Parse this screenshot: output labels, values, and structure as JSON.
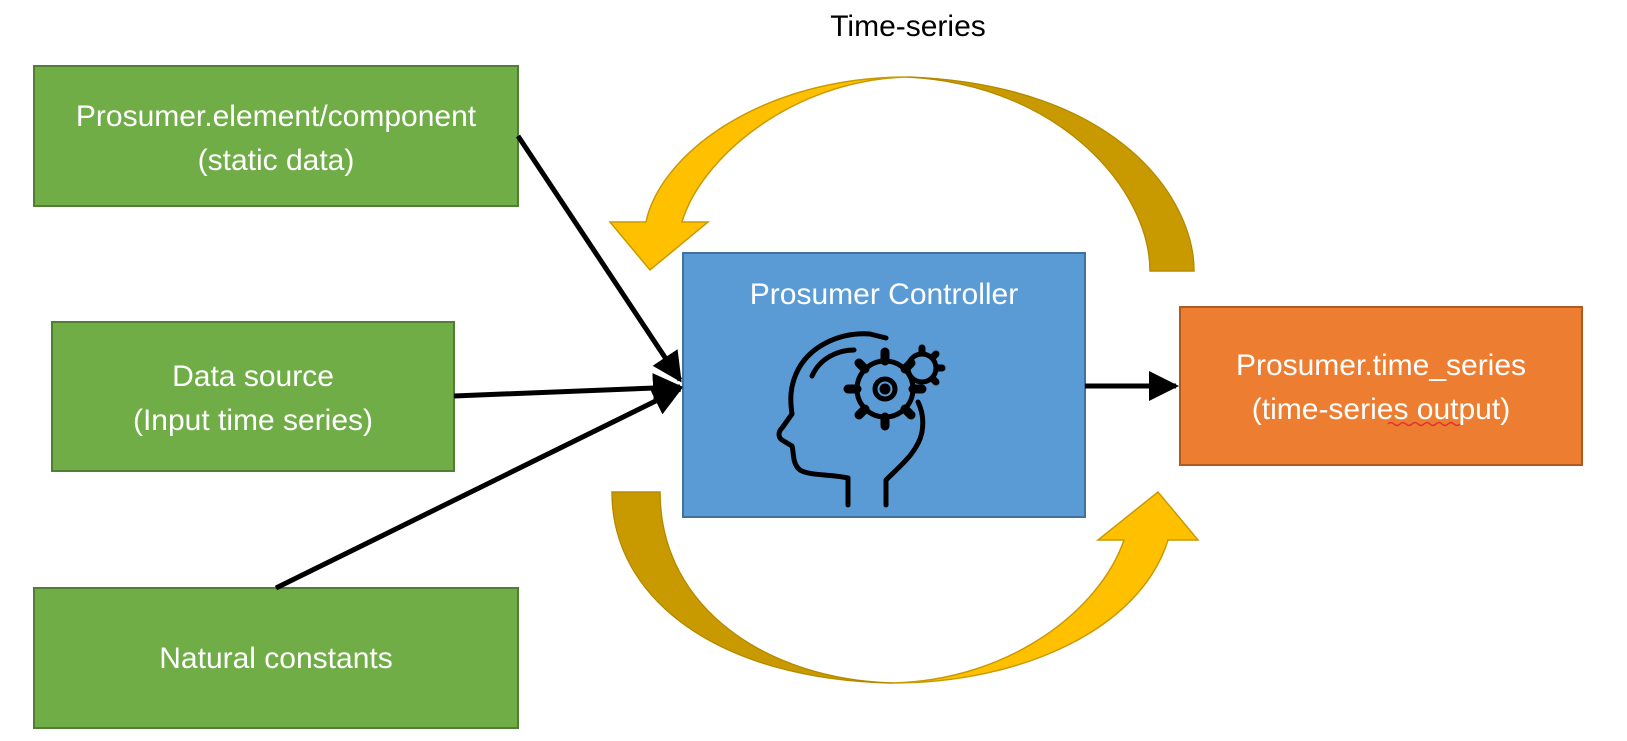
{
  "diagram": {
    "title": "Time-series",
    "colors": {
      "green": "#70ad47",
      "green_border": "#507e32",
      "blue": "#5b9bd5",
      "blue_border": "#41719c",
      "orange": "#ed7d31",
      "orange_border": "#ae5a21",
      "arrow_light": "#ffc000",
      "arrow_dark": "#c99a00",
      "connector": "#000000"
    },
    "nodes": {
      "static_data": {
        "line1": "Prosumer.element/component",
        "line2": "(static data)"
      },
      "data_source": {
        "line1": "Data source",
        "line2": "(Input time series)"
      },
      "natural_constants": {
        "line1": "Natural constants"
      },
      "controller": {
        "line1": "Prosumer Controller",
        "icon": "head-gears-icon"
      },
      "output": {
        "line1": "Prosumer.time_series",
        "line2": "(time-series output)"
      }
    },
    "edges": [
      {
        "from": "static_data",
        "to": "controller"
      },
      {
        "from": "data_source",
        "to": "controller"
      },
      {
        "from": "natural_constants",
        "to": "controller"
      },
      {
        "from": "controller",
        "to": "output"
      }
    ],
    "loop_arrows": [
      "output-to-controller",
      "controller-to-output"
    ]
  }
}
